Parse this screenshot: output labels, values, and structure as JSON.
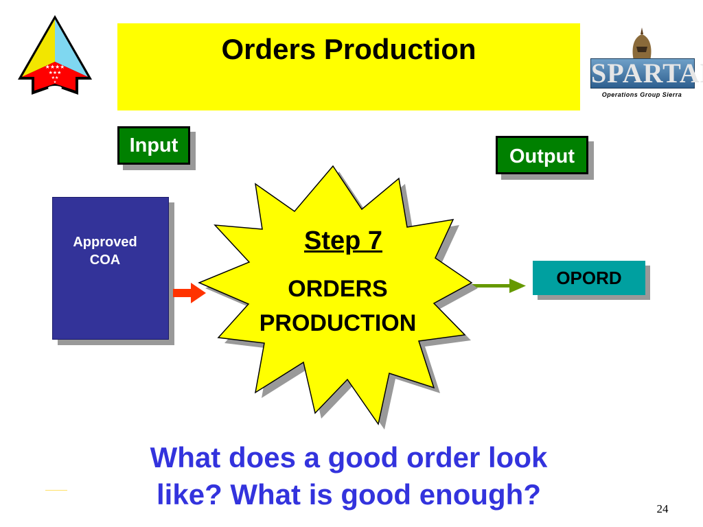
{
  "title": "Orders Production",
  "logos": {
    "unit_icon": "triangle-star-insignia-icon",
    "spartan_word": "SPARTAN",
    "spartan_subtitle": "Operations Group Sierra"
  },
  "labels": {
    "input": "Input",
    "output": "Output"
  },
  "input_box": {
    "text": "Approved\n  COA",
    "color": "#333399"
  },
  "process": {
    "step": "Step 7",
    "name": "ORDERS\nPRODUCTION",
    "color": "#ffff00"
  },
  "output_box": {
    "text": "OPORD",
    "color": "#00a0a0"
  },
  "arrows": {
    "input_color": "#ff3300",
    "output_color": "#669900"
  },
  "question": "What does a good order look\nlike?  What is good enough?",
  "page_number": "24"
}
